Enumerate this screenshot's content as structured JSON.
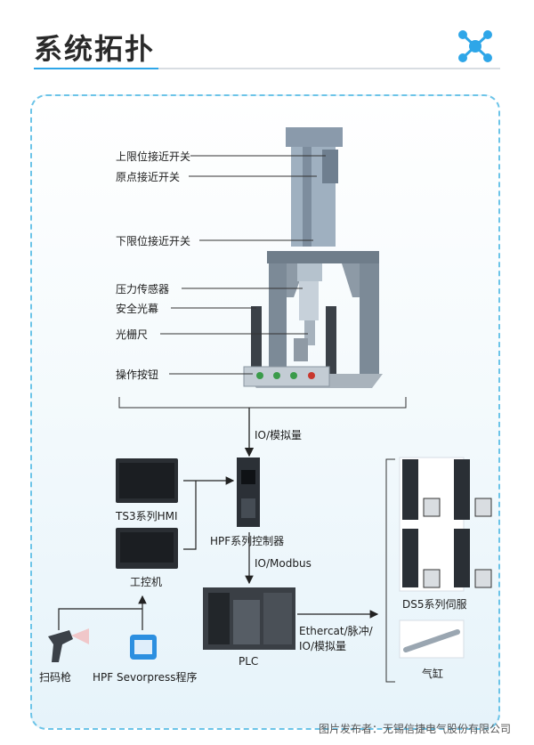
{
  "header": {
    "title": "系统拓扑",
    "logo_icon": "network-molecule-icon",
    "accent": "#2ea6e8"
  },
  "machine_labels": {
    "upper_limit": "上限位接近开关",
    "origin": "原点接近开关",
    "lower_limit": "下限位接近开关",
    "pressure_sensor": "压力传感器",
    "safety_curtain": "安全光幕",
    "grating_ruler": "光栅尺",
    "buttons": "操作按钮"
  },
  "links": {
    "io_analog": "IO/模拟量",
    "io_modbus": "IO/Modbus",
    "ethercat_line1": "Ethercat/脉冲/",
    "ethercat_line2": "IO/模拟量"
  },
  "devices": {
    "hmi": "TS3系列HMI",
    "ipc": "工控机",
    "controller": "HPF系列控制器",
    "plc": "PLC",
    "scanner": "扫码枪",
    "software": "HPF Sevorpress程序",
    "servo": "DS5系列伺服",
    "cylinder": "气缸"
  },
  "caption": "图片发布者：无锡信捷电气股份有限公司"
}
